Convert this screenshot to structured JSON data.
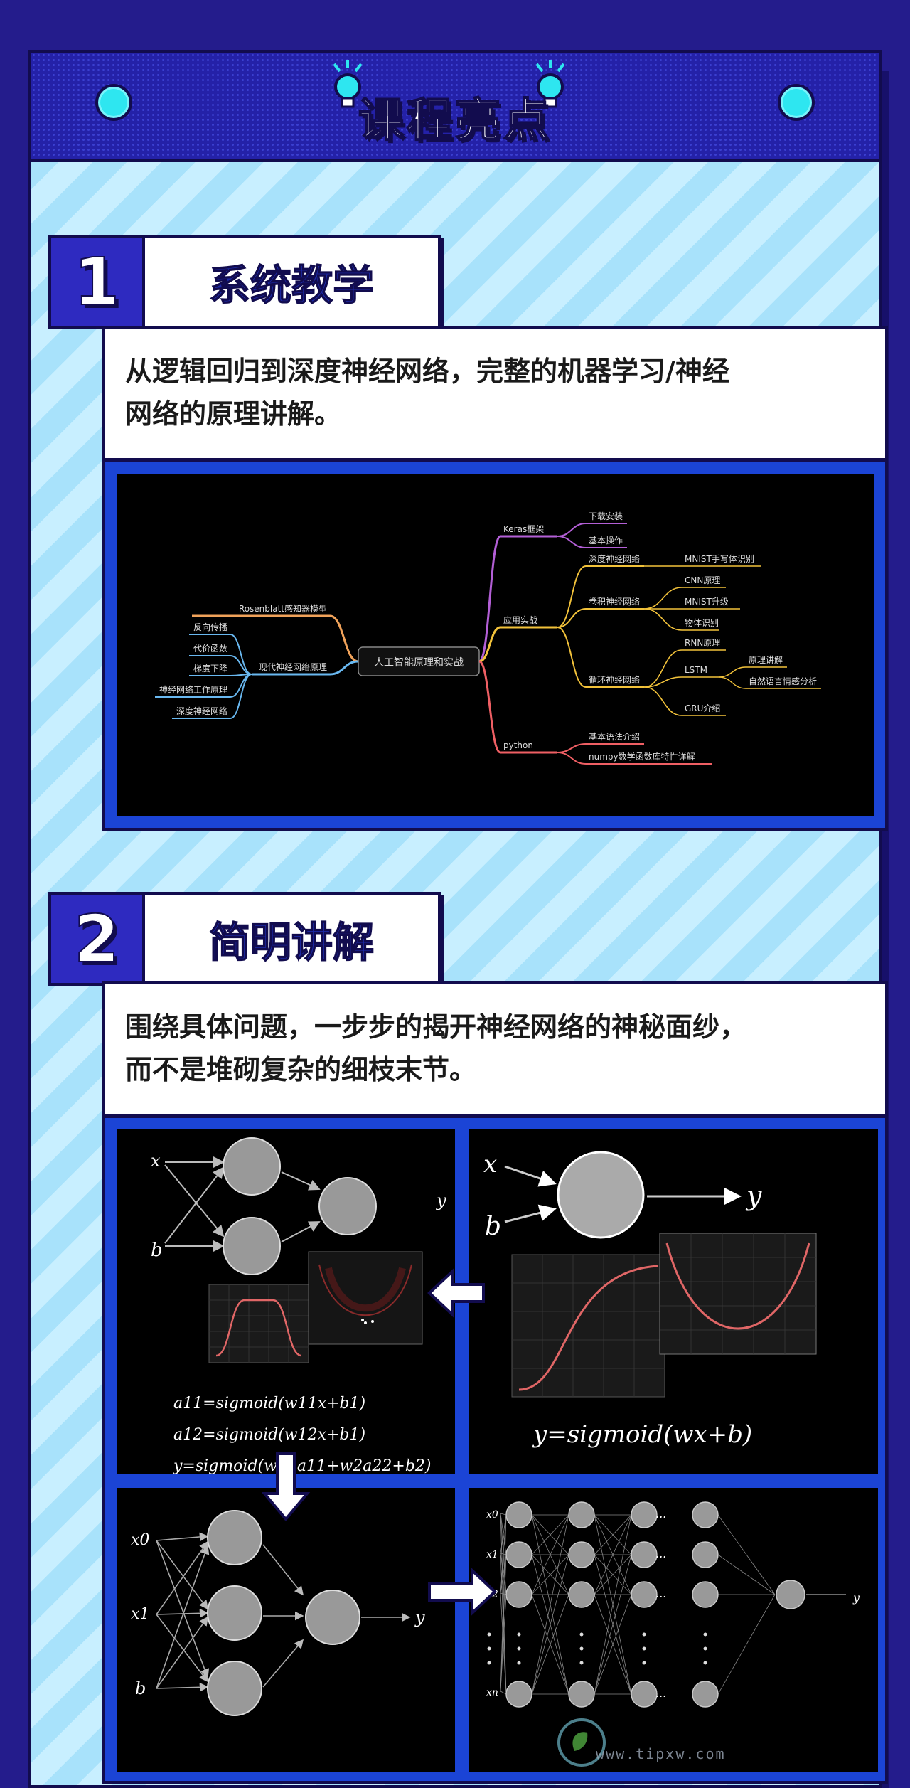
{
  "header": {
    "title": "课程亮点"
  },
  "sections": [
    {
      "number": "1",
      "title": "系统教学",
      "description_lines": [
        "从逻辑回归到深度神经网络，完整的机器学习/神经",
        "网络的原理讲解。"
      ]
    },
    {
      "number": "2",
      "title": "简明讲解",
      "description_lines": [
        "围绕具体问题，一步步的揭开神经网络的神秘面纱，",
        "而不是堆砌复杂的细枝末节。"
      ]
    }
  ],
  "mindmap": {
    "root": "人工智能原理和实战",
    "left": [
      {
        "label": "Rosenblatt感知器模型",
        "color": "#f0a25a",
        "children": []
      },
      {
        "label": "现代神经网络原理",
        "color": "#69b8f0",
        "children": [
          "反向传播",
          "代价函数",
          "梯度下降",
          "神经网络工作原理",
          "深度神经网络"
        ]
      }
    ],
    "right": [
      {
        "label": "Keras框架",
        "color": "#b35fd6",
        "children": [
          {
            "label": "下载安装",
            "children": []
          },
          {
            "label": "基本操作",
            "children": []
          }
        ]
      },
      {
        "label": "应用实战",
        "color": "#f2c23a",
        "children": [
          {
            "label": "深度神经网络",
            "children": [
              {
                "label": "MNIST手写体识别",
                "children": []
              }
            ]
          },
          {
            "label": "卷积神经网络",
            "children": [
              {
                "label": "CNN原理",
                "children": []
              },
              {
                "label": "MNIST升级",
                "children": []
              },
              {
                "label": "物体识别",
                "children": []
              }
            ]
          },
          {
            "label": "循环神经网络",
            "children": [
              {
                "label": "RNN原理",
                "children": []
              },
              {
                "label": "LSTM",
                "children": [
                  {
                    "label": "原理讲解",
                    "children": []
                  },
                  {
                    "label": "自然语言情感分析",
                    "children": []
                  }
                ]
              },
              {
                "label": "GRU介绍",
                "children": []
              }
            ]
          }
        ]
      },
      {
        "label": "python",
        "color": "#ef5f64",
        "children": [
          {
            "label": "基本语法介绍",
            "children": []
          },
          {
            "label": "numpy数学函数库特性详解",
            "children": []
          }
        ]
      }
    ]
  },
  "diagrams": {
    "single_neuron": {
      "x_label": "x",
      "b_label": "b",
      "y_label": "y",
      "formula": "y=sigmoid(wx+b)"
    },
    "small_network": {
      "x_label": "x",
      "b_label": "b",
      "y_label": "y",
      "formulas": [
        "a11=sigmoid(w11x+b1)",
        "a12=sigmoid(w12x+b1)",
        "y=sigmoid(w21a11+w2a22+b2)"
      ]
    },
    "two_input_network": {
      "inputs": [
        "x0",
        "x1",
        "b"
      ],
      "y_label": "y"
    },
    "deep_network": {
      "inputs": [
        "x0",
        "x1",
        "x2",
        "xn"
      ],
      "y_label": "y",
      "ellipsis": "..."
    }
  },
  "watermark": {
    "text": "www.tipxw.com"
  }
}
